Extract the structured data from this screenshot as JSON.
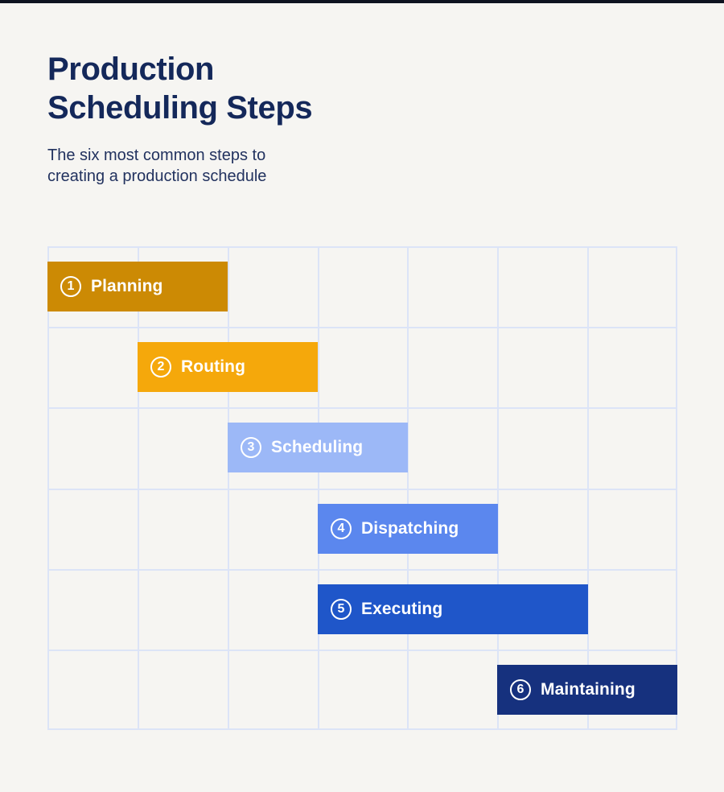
{
  "header": {
    "title": "Production\nScheduling Steps",
    "subtitle": "The six most common steps to\ncreating a production schedule",
    "title_color": "#14285A",
    "subtitle_color": "#22325F"
  },
  "canvas": {
    "background_color": "#F6F5F2",
    "top_strip_color": "#0E1320"
  },
  "chart_data": {
    "type": "bar",
    "title": "Production Scheduling Steps",
    "subtitle": "The six most common steps to creating a production schedule",
    "orientation": "horizontal",
    "style": "gantt",
    "xlabel": "",
    "ylabel": "",
    "grid": true,
    "grid_color": "#DCE4F7",
    "legend": "none",
    "columns": 7,
    "rows": 6,
    "xlim": [
      0,
      7
    ],
    "categories": [
      "Planning",
      "Routing",
      "Scheduling",
      "Dispatching",
      "Executing",
      "Maintaining"
    ],
    "values": [
      2,
      2,
      2,
      2,
      3,
      2
    ],
    "bars": [
      {
        "number": "1",
        "label": "Planning",
        "start": 0,
        "end": 2,
        "span": 2,
        "row": 0,
        "color": "#CC8A04"
      },
      {
        "number": "2",
        "label": "Routing",
        "start": 1,
        "end": 3,
        "span": 2,
        "row": 1,
        "color": "#F5A80B"
      },
      {
        "number": "3",
        "label": "Scheduling",
        "start": 2,
        "end": 4,
        "span": 2,
        "row": 2,
        "color": "#9CB8F7"
      },
      {
        "number": "4",
        "label": "Dispatching",
        "start": 3,
        "end": 5,
        "span": 2,
        "row": 3,
        "color": "#5B87EE"
      },
      {
        "number": "5",
        "label": "Executing",
        "start": 3,
        "end": 6,
        "span": 3,
        "row": 4,
        "color": "#1F56C9"
      },
      {
        "number": "6",
        "label": "Maintaining",
        "start": 5,
        "end": 7,
        "span": 2,
        "row": 5,
        "color": "#16317E"
      }
    ]
  }
}
